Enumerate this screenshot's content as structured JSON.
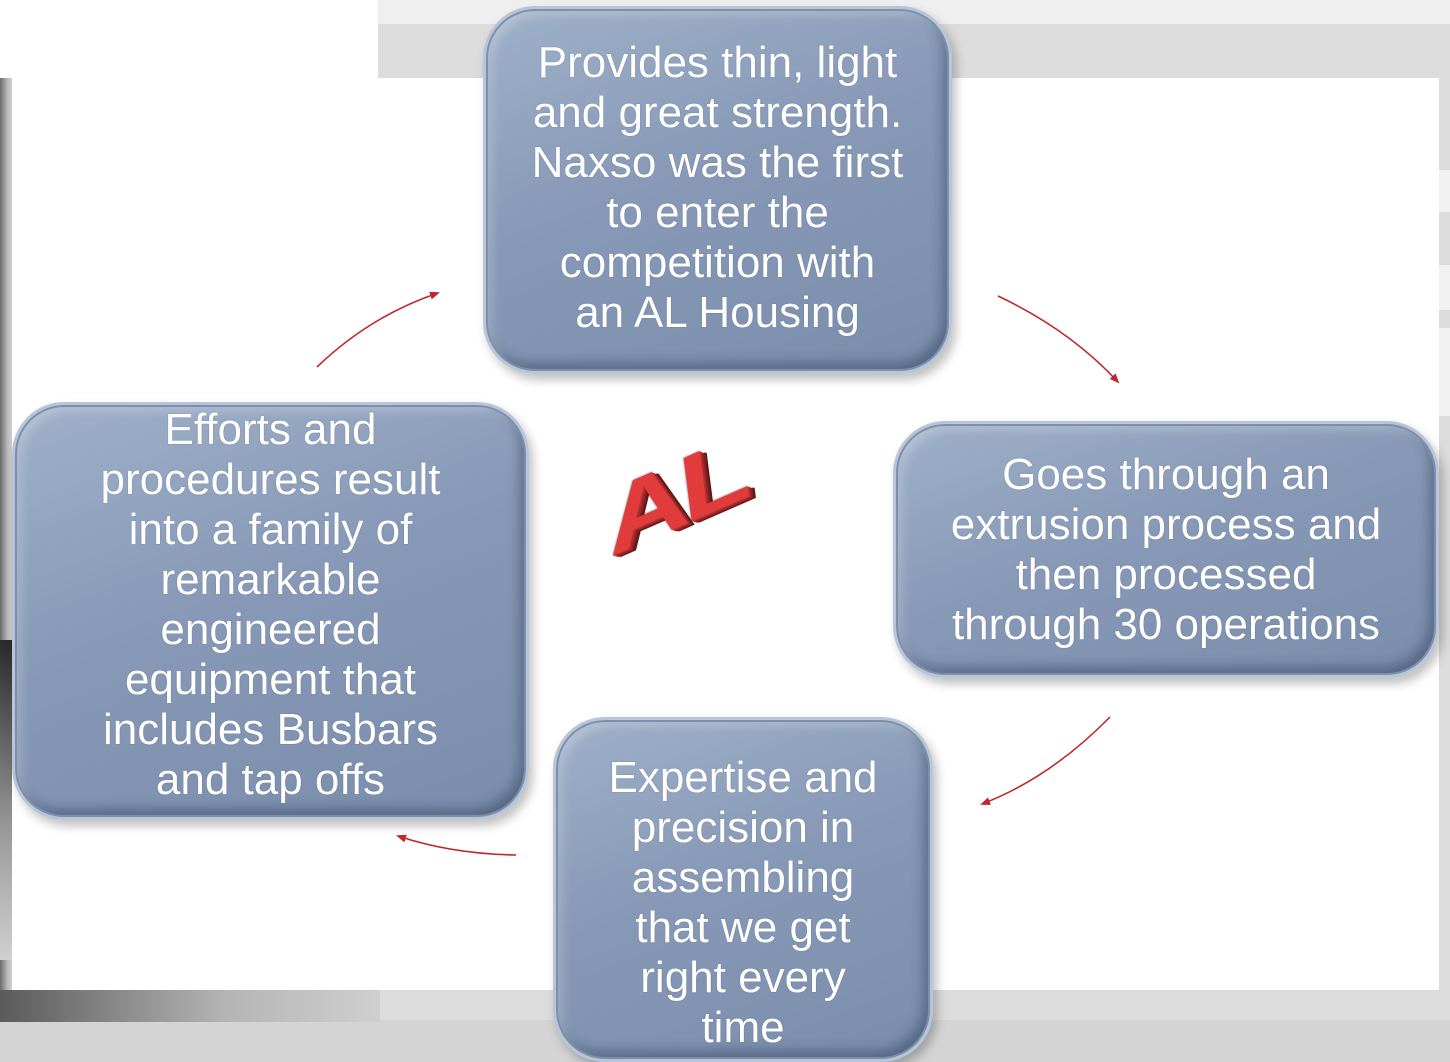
{
  "diagram": {
    "type": "cycle",
    "center_logo": {
      "text": "AL",
      "color": "#e23b3b"
    },
    "boxes": {
      "top": "Provides thin, light\nand great strength.\nNaxso was the first\nto enter the\ncompetition with\nan AL Housing",
      "right": "Goes  through an\nextrusion process and\nthen processed\nthrough 30 operations",
      "bottom": "Expertise and\nprecision in\nassembling\nthat we get\nright every\ntime",
      "left": "Efforts and\nprocedures result\ninto a family of\nremarkable\nengineered\nequipment that\nincludes Busbars\nand tap offs"
    },
    "colors": {
      "box_fill": "#8799b6",
      "box_border": "#b7c5d9",
      "arrow": "#c0272d",
      "text": "#ffffff"
    }
  }
}
